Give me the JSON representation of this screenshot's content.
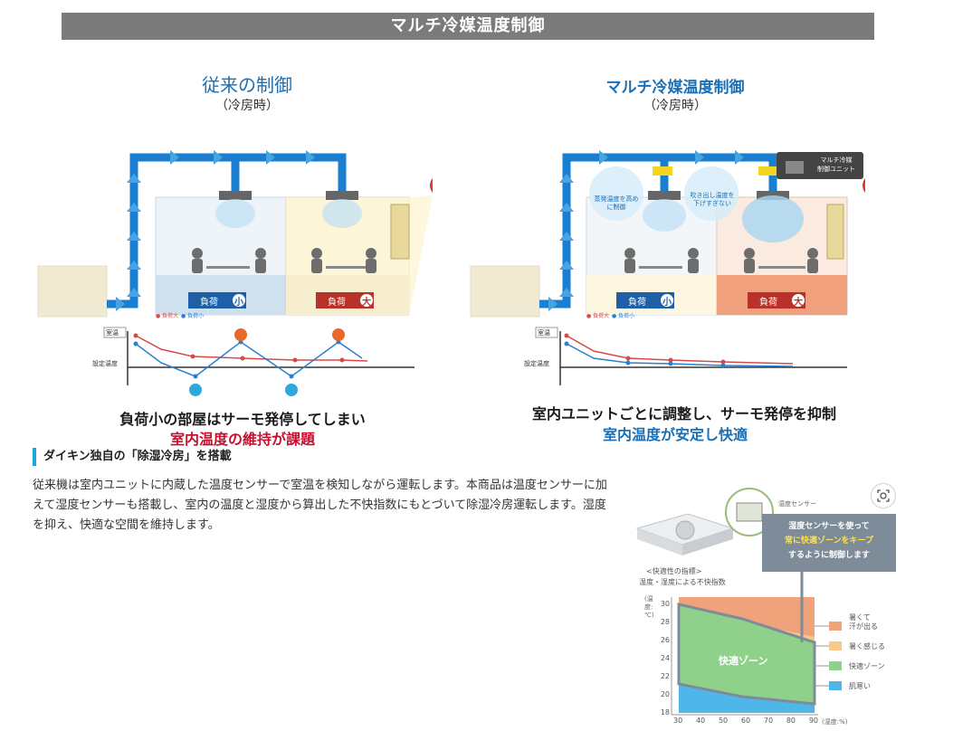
{
  "title": "マルチ冷媒温度制御",
  "left_panel": {
    "heading": "従来の制御",
    "subheading": "（冷房時）",
    "load_small_label": "負荷",
    "load_small_badge": "小",
    "load_large_label": "負荷",
    "load_large_badge": "大",
    "legend_large": "● 負荷大",
    "legend_small": "● 負荷小",
    "axis_room_temp": "室温",
    "axis_set_temp": "設定温度",
    "caption_line1": "負荷小の部屋はサーモ発停してしまい",
    "caption_line2": "室内温度の維持が課題"
  },
  "right_panel": {
    "heading": "マルチ冷媒温度制御",
    "subheading": "（冷房時）",
    "bubble_left": "蒸発温度を高めに制御",
    "bubble_right": "吹き出し温度を下げすぎない",
    "unit_label_line1": "マルチ冷媒",
    "unit_label_line2": "制御ユニット",
    "load_small_label": "負荷",
    "load_small_badge": "小",
    "load_large_label": "負荷",
    "load_large_badge": "大",
    "legend_large": "● 負荷大",
    "legend_small": "● 負荷小",
    "axis_room_temp": "室温",
    "axis_set_temp": "設定温度",
    "caption_line1": "室内ユニットごとに調整し、サーモ発停を抑制",
    "caption_line2": "室内温度が安定し快適"
  },
  "section": {
    "heading": "ダイキン独自の「除湿冷房」を搭載",
    "body": "従来機は室内ユニットに内蔵した温度センサーで室温を検知しながら運転します。本商品は温度センサーに加えて湿度センサーも搭載し、室内の温度と湿度から算出した不快指数にもとづいて除湿冷房運転します。湿度を抑え、快適な空間を維持します。"
  },
  "comfort_chart": {
    "sensor_label": "湿度センサー",
    "callout_line1": "湿度センサーを使って",
    "callout_line2": "常に快適ゾーンをキープ",
    "callout_line3": "するように制御します",
    "index_title": "<快適性の指標>",
    "index_subtitle": "温度・湿度による不快指数",
    "ylabel": "(温度:℃)",
    "xlabel": "(湿度:%)",
    "zone_label": "快適ゾーン",
    "y_ticks": [
      "30",
      "28",
      "26",
      "24",
      "22",
      "20",
      "18"
    ],
    "x_ticks": [
      "30",
      "40",
      "50",
      "60",
      "70",
      "80",
      "90"
    ],
    "legend": [
      {
        "label_line1": "暑くて",
        "label_line2": "汗が出る",
        "color": "#f0a27a"
      },
      {
        "label_line1": "暑く感じる",
        "label_line2": "",
        "color": "#f7c98a"
      },
      {
        "label_line1": "快適ゾーン",
        "label_line2": "",
        "color": "#8fd18a"
      },
      {
        "label_line1": "肌寒い",
        "label_line2": "",
        "color": "#4fb6ea"
      }
    ]
  },
  "colors": {
    "title_bar": "#7b7b7b",
    "accent_blue": "#1a6fb5",
    "accent_red": "#c8102e",
    "duct_blue": "#1a7fd0"
  }
}
